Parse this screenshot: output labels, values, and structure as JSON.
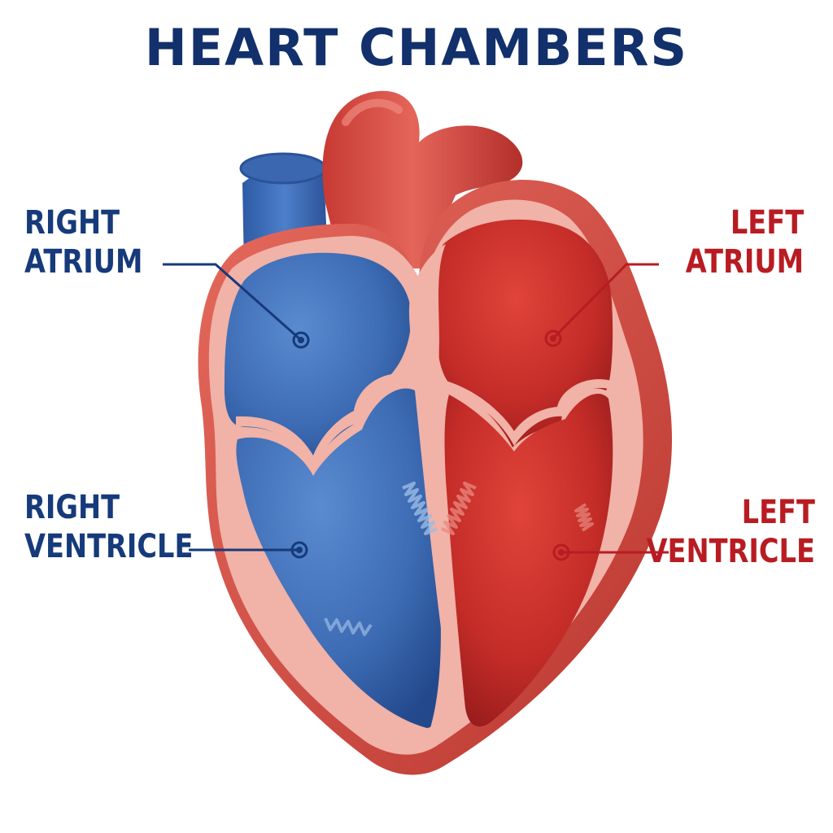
{
  "title": "HEART CHAMBERS",
  "labels": {
    "right_atrium": {
      "line1": "RIGHT",
      "line2": "ATRIUM"
    },
    "left_atrium": {
      "line1": "LEFT",
      "line2": "ATRIUM"
    },
    "right_ventricle": {
      "line1": "RIGHT",
      "line2": "VENTRICLE"
    },
    "left_ventricle": {
      "line1": "LEFT",
      "line2": "VENTRICLE"
    }
  },
  "colors": {
    "title": "#12306b",
    "right_side_label": "#163a7a",
    "left_side_label": "#b81c22",
    "deoxygenated_blue": "#3f6fb8",
    "oxygenated_red": "#c8332e",
    "heart_wall": "#f2b4aa",
    "outer_muscle": "#d9534a"
  }
}
